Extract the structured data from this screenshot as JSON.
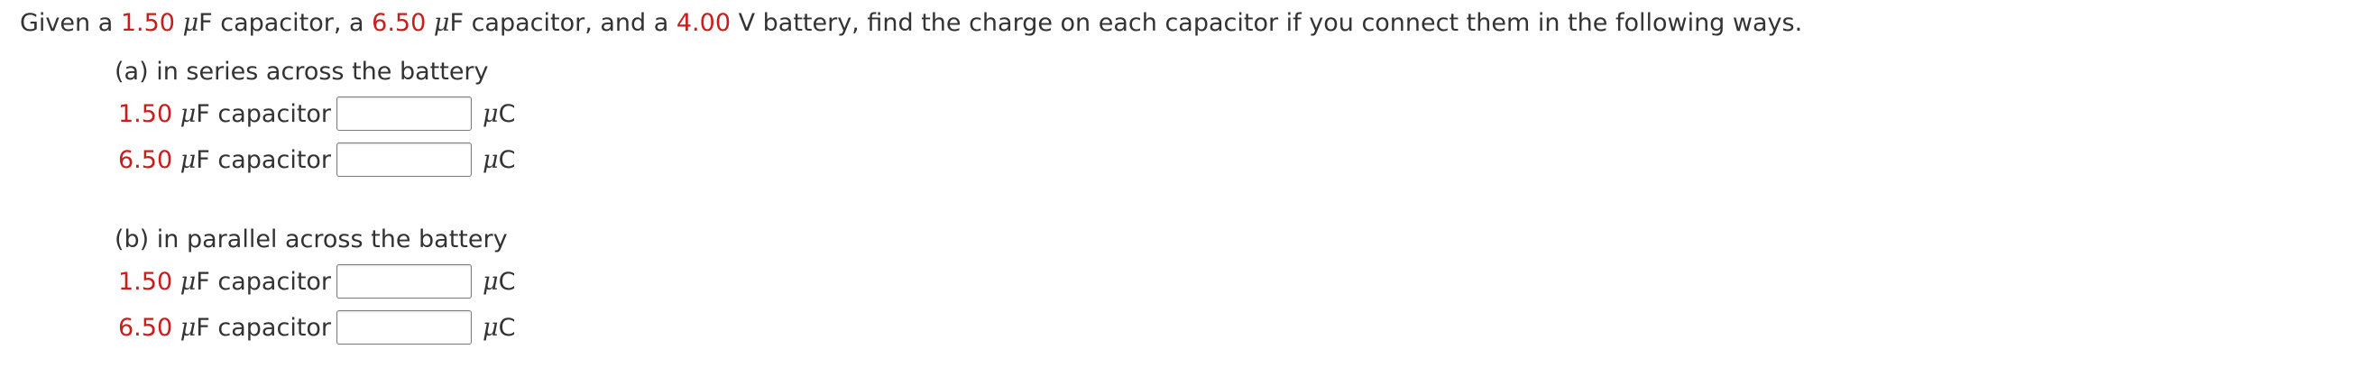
{
  "question": {
    "prefix": "Given a ",
    "c1_value": "1.50",
    "c1_unit_mu": "μ",
    "c1_unit_rest": "F capacitor, a ",
    "c2_value": "6.50",
    "c2_unit_mu": "μ",
    "c2_unit_rest": "F capacitor, and a ",
    "battery_value": "4.00",
    "suffix": " V battery, find the charge on each capacitor if you connect them in the following ways."
  },
  "parts": [
    {
      "label": "(a) in series across the battery",
      "rows": [
        {
          "value": "1.50",
          "mu": "μ",
          "label_rest": "F capacitor",
          "input_value": "",
          "unit_mu": "μ",
          "unit_rest": "C"
        },
        {
          "value": "6.50",
          "mu": "μ",
          "label_rest": "F capacitor",
          "input_value": "",
          "unit_mu": "μ",
          "unit_rest": "C"
        }
      ]
    },
    {
      "label": "(b) in parallel across the battery",
      "rows": [
        {
          "value": "1.50",
          "mu": "μ",
          "label_rest": "F capacitor",
          "input_value": "",
          "unit_mu": "μ",
          "unit_rest": "C"
        },
        {
          "value": "6.50",
          "mu": "μ",
          "label_rest": "F capacitor",
          "input_value": "",
          "unit_mu": "μ",
          "unit_rest": "C"
        }
      ]
    }
  ],
  "colors": {
    "text": "#333333",
    "highlight": "#c81e1e",
    "input_border": "#7a7a7a"
  }
}
